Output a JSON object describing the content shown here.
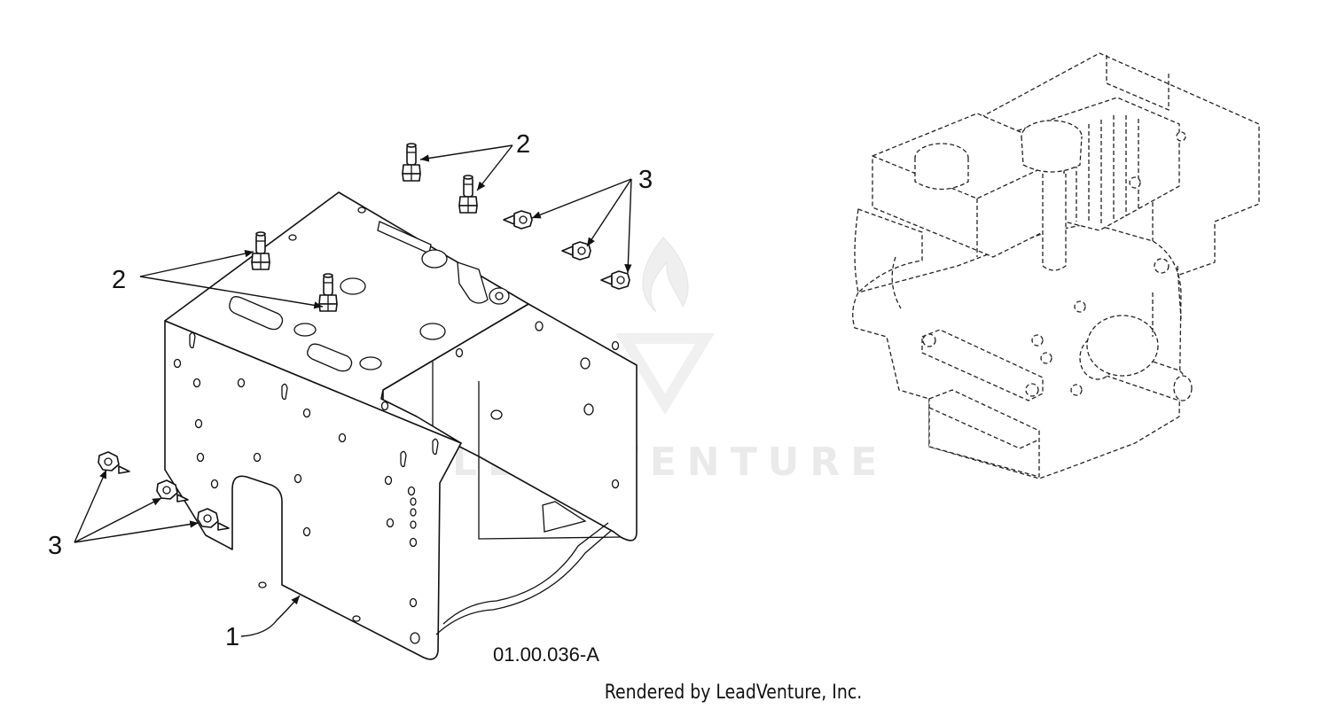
{
  "diagram": {
    "drawing_number": "01.00.036-A",
    "credit": "Rendered by LeadVenture, Inc.",
    "watermark": "LEADVENTURE",
    "callouts": {
      "frame": "1",
      "studs_top": "2",
      "studs_left": "2",
      "nuts_right": "3",
      "nuts_left": "3"
    },
    "parts": [
      {
        "ref": "1",
        "name": "frame"
      },
      {
        "ref": "2",
        "name": "stud"
      },
      {
        "ref": "3",
        "name": "hex-nut"
      }
    ]
  }
}
